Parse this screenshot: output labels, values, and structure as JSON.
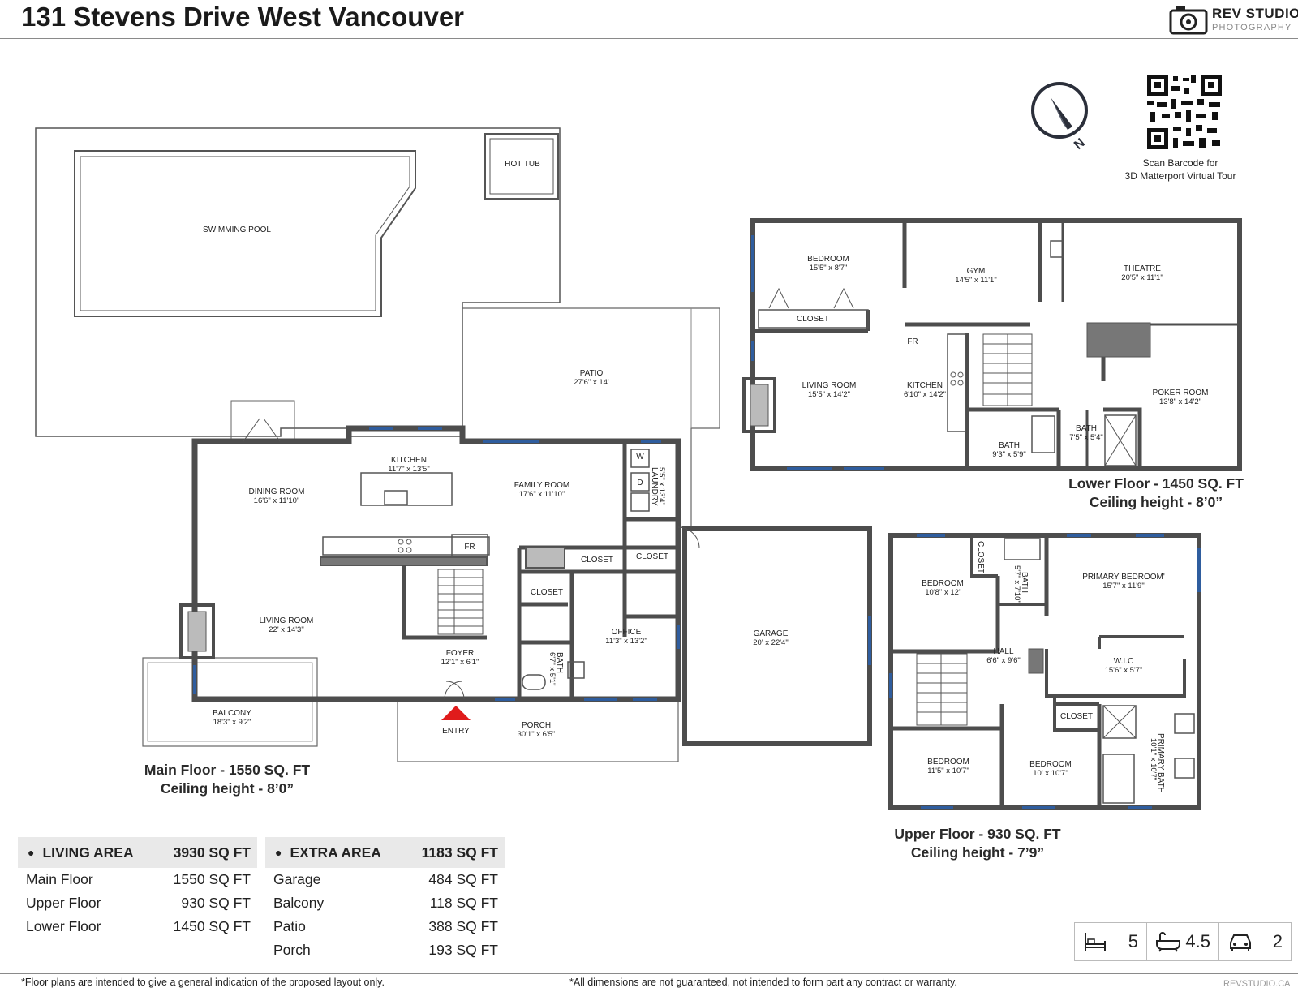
{
  "header": {
    "title": "131 Stevens Drive West Vancouver",
    "logo_brand": "REV STUDIO",
    "logo_sub": "PHOTOGRAPHY"
  },
  "qr": {
    "caption_line1": "Scan Barcode for",
    "caption_line2": "3D Matterport Virtual Tour"
  },
  "compass": {
    "label": "N"
  },
  "main_floor": {
    "caption_line1": "Main Floor - 1550 SQ. FT",
    "caption_line2": "Ceiling height - 8’0”",
    "rooms": {
      "hot_tub": "HOT TUB",
      "swimming_pool": "SWIMMING POOL",
      "patio": "PATIO",
      "patio_dim": "27'6\" x 14'",
      "kitchen": "KITCHEN",
      "kitchen_dim": "11'7\" x 13'5\"",
      "dining_room": "DINING ROOM",
      "dining_room_dim": "16'6\" x 11'10\"",
      "family_room": "FAMILY ROOM",
      "family_room_dim": "17'6\" x 11'10\"",
      "laundry": "LAUNDRY",
      "laundry_dim": "5'5\" x 13'4\"",
      "washer": "W",
      "dryer": "D",
      "fridge": "FR",
      "closet_1": "CLOSET",
      "closet_2": "CLOSET",
      "closet_3": "CLOSET",
      "living_room": "LIVING ROOM",
      "living_room_dim": "22' x 14'3\"",
      "office": "OFFICE",
      "office_dim": "11'3\" x 13'2\"",
      "foyer": "FOYER",
      "foyer_dim": "12'1\" x 6'1\"",
      "bath": "BATH",
      "bath_dim": "6'7\" x 5'1\"",
      "garage": "GARAGE",
      "garage_dim": "20' x 22'4\"",
      "balcony": "BALCONY",
      "balcony_dim": "18'3\" x 9'2\"",
      "porch": "PORCH",
      "porch_dim": "30'1\" x 6'5\"",
      "entry": "ENTRY"
    }
  },
  "lower_floor": {
    "caption_line1": "Lower Floor - 1450 SQ. FT",
    "caption_line2": "Ceiling height - 8’0”",
    "rooms": {
      "bedroom": "BEDROOM",
      "bedroom_dim": "15'5\" x 8'7\"",
      "gym": "GYM",
      "gym_dim": "14'5\" x 11'1\"",
      "theatre": "THEATRE",
      "theatre_dim": "20'5\" x 11'1\"",
      "closet": "CLOSET",
      "fridge": "FR",
      "living_room": "LIVING ROOM",
      "living_room_dim": "15'5\" x 14'2\"",
      "kitchen": "KITCHEN",
      "kitchen_dim": "6'10\" x 14'2\"",
      "poker_room": "POKER ROOM",
      "poker_room_dim": "13'8\" x 14'2\"",
      "bath_1": "BATH",
      "bath_1_dim": "9'3\" x 5'9\"",
      "bath_2": "BATH",
      "bath_2_dim": "7'5\" x 5'4\""
    }
  },
  "upper_floor": {
    "caption_line1": "Upper Floor - 930 SQ. FT",
    "caption_line2": "Ceiling height - 7’9”",
    "rooms": {
      "closet_1": "CLOSET",
      "bedroom_1": "BEDROOM",
      "bedroom_1_dim": "10'8\" x 12'",
      "bath": "BATH",
      "bath_dim": "5'7\" x 7'10\"",
      "primary_bedroom": "PRIMARY BEDROOM'",
      "primary_bedroom_dim": "15'7\" x 11'9\"",
      "hall": "HALL",
      "hall_dim": "6'6\" x 9'6\"",
      "wic": "W.I.C",
      "wic_dim": "15'6\" x 5'7\"",
      "closet_2": "CLOSET",
      "bedroom_2": "BEDROOM",
      "bedroom_2_dim": "11'5\" x 10'7\"",
      "bedroom_3": "BEDROOM",
      "bedroom_3_dim": "10' x 10'7\"",
      "primary_bath": "PRIMARY BATH",
      "primary_bath_dim": "10'1\" x 10'7\""
    }
  },
  "living_area": {
    "title": "LIVING AREA",
    "total": "3930 SQ FT",
    "rows": [
      {
        "label": "Main Floor",
        "value": "1550 SQ FT"
      },
      {
        "label": "Upper Floor",
        "value": "930 SQ FT"
      },
      {
        "label": "Lower Floor",
        "value": "1450 SQ FT"
      }
    ]
  },
  "extra_area": {
    "title": "EXTRA AREA",
    "total": "1183 SQ FT",
    "rows": [
      {
        "label": "Garage",
        "value": "484 SQ FT"
      },
      {
        "label": "Balcony",
        "value": "118 SQ FT"
      },
      {
        "label": "Patio",
        "value": "388 SQ FT"
      },
      {
        "label": "Porch",
        "value": "193 SQ FT"
      }
    ]
  },
  "features": {
    "bedrooms": "5",
    "bathrooms": "4.5",
    "parking": "2",
    "bed_icon": "bed-icon",
    "bath_icon": "bathtub-icon",
    "car_icon": "car-icon"
  },
  "footer": {
    "note_left": "*Floor plans are intended to give a general indication of the proposed layout only.",
    "note_right": "*All dimensions are not guaranteed, not intended to form part any contract or warranty.",
    "url": "REVSTUDIO.CA"
  },
  "colors": {
    "wall": "#4d4d4d",
    "window": "#2f5d9e",
    "entry_marker": "#e01b1b"
  }
}
